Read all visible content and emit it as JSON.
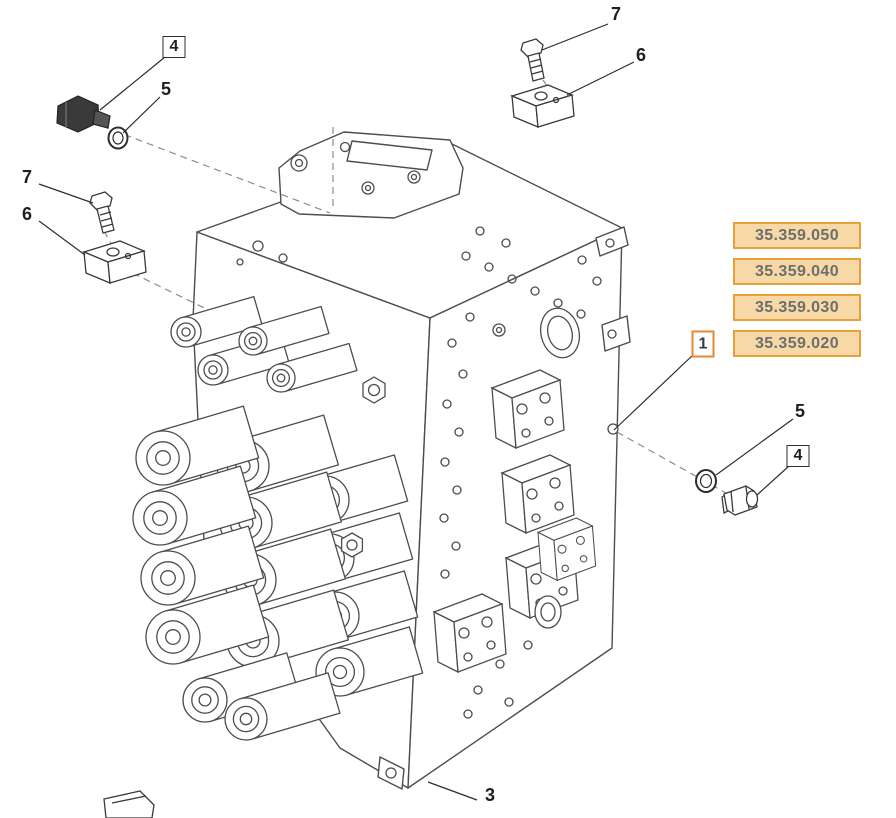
{
  "callouts": {
    "top_left_4": "4",
    "top_left_5": "5",
    "top_right_7": "7",
    "top_right_6": "6",
    "left_7": "7",
    "left_6": "6",
    "right_5": "5",
    "right_4": "4",
    "bottom_3": "3",
    "item_1": "1"
  },
  "ref_boxes": [
    {
      "code": "35.359.050"
    },
    {
      "code": "35.359.040"
    },
    {
      "code": "35.359.030"
    },
    {
      "code": "35.359.020"
    }
  ],
  "colors": {
    "line": "#4d4d4d",
    "callout_text": "#1f1f1f",
    "ref_fill": "#f6d9a6",
    "ref_border": "#e9a23b",
    "ref_text": "#6e6e6e",
    "item_border": "#e8872b",
    "item_text": "#3a3a3a"
  }
}
